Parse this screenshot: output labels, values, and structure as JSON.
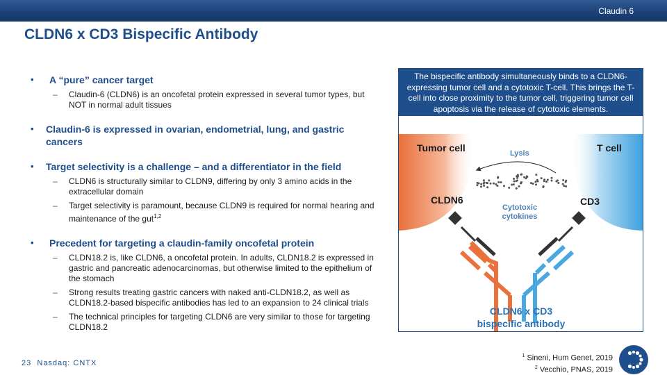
{
  "header": {
    "section_label": "Claudin 6"
  },
  "title": "CLDN6 x CD3 Bispecific Antibody",
  "bullets": [
    {
      "text": "A “pure” cancer target",
      "subs": [
        "Claudin-6 (CLDN6) is an oncofetal protein expressed in several tumor types, but NOT in normal adult tissues"
      ]
    },
    {
      "text": "Claudin-6 is expressed in ovarian, endometrial, lung, and gastric cancers",
      "subs": []
    },
    {
      "text": "Target selectivity is a challenge – and a differentiator in the field",
      "subs": [
        "CLDN6 is structurally similar to CLDN9, differing by only 3 amino acids in the extracellular domain",
        "Target selectivity is paramount, because CLDN9 is required for normal hearing and maintenance of the gut"
      ],
      "sub2_superscript": "1,2"
    },
    {
      "text": "Precedent for targeting a claudin-family oncofetal protein",
      "subs": [
        "CLDN18.2 is, like CLDN6, a oncofetal protein. In adults, CLDN18.2 is expressed in gastric and pancreatic adenocarcinomas, but otherwise limited to the epithelium of the stomach",
        "Strong results treating gastric cancers with naked anti-CLDN18.2, as well as CLDN18.2-based bispecific antibodies has led to an expansion to 24 clinical trials",
        "The technical principles for targeting CLDN6 are very similar to those for targeting CLDN18.2"
      ]
    }
  ],
  "panel": {
    "description": "The bispecific antibody simultaneously binds to a CLDN6-expressing tumor cell and a cytotoxic T-cell.  This brings the T-cell into close proximity to the tumor cell, triggering tumor cell apoptosis via the release of cytotoxic elements.",
    "tumor_cell_label": "Tumor cell",
    "t_cell_label": "T cell",
    "lysis_label": "Lysis",
    "cldn6_label": "CLDN6",
    "cd3_label": "CD3",
    "cytokines_label_1": "Cytotoxic",
    "cytokines_label_2": "cytokines",
    "antibody_label_1": "CLDN6 x CD3",
    "antibody_label_2": "bispecific antibody",
    "colors": {
      "tumor": "#e8713c",
      "tcell": "#4aa8e0",
      "navy": "#1f4e8c"
    }
  },
  "footer": {
    "page_number": "23",
    "ticker": "Nasdaq: CNTX",
    "ref1_num": "1",
    "ref1": "Sineni, Hum Genet, 2019",
    "ref2_num": "2",
    "ref2": "Vecchio, PNAS, 2019"
  }
}
